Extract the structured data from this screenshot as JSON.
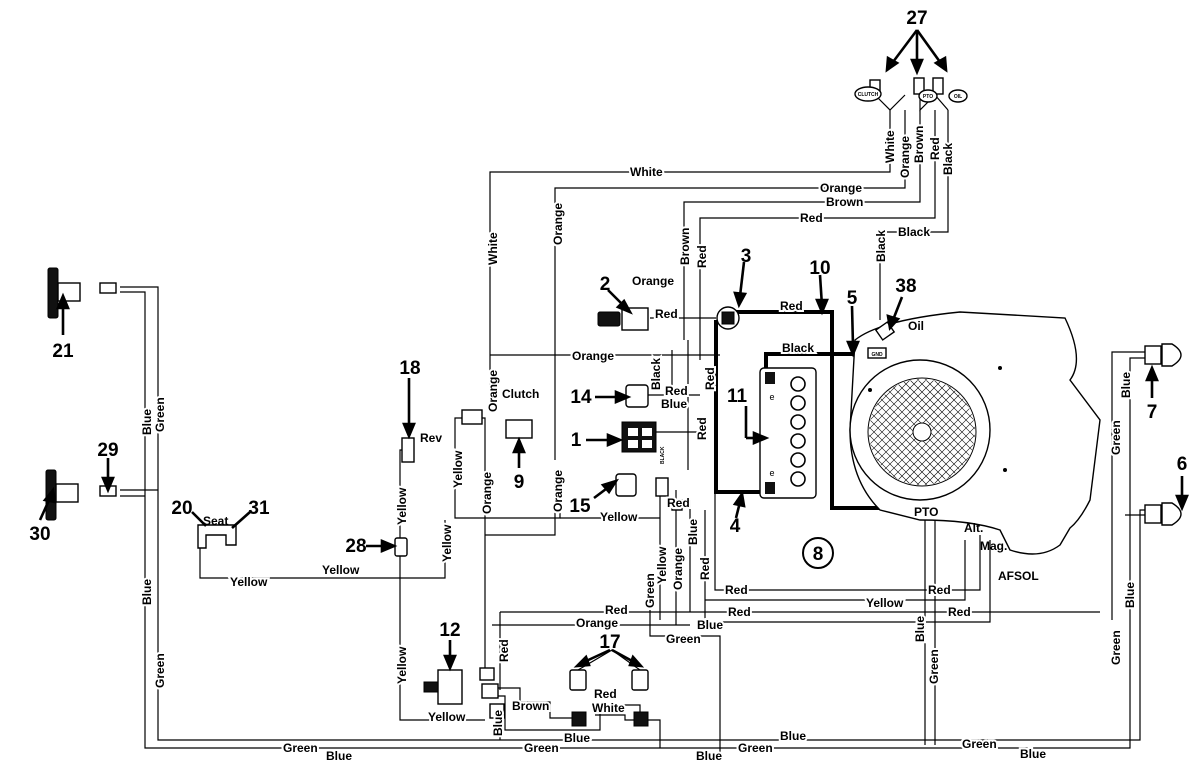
{
  "callouts": {
    "c1": "1",
    "c2": "2",
    "c3": "3",
    "c4": "4",
    "c5": "5",
    "c6": "6",
    "c7": "7",
    "c8": "8",
    "c9": "9",
    "c10": "10",
    "c11": "11",
    "c12": "12",
    "c14": "14",
    "c15": "15",
    "c17": "17",
    "c18": "18",
    "c20": "20",
    "c21": "21",
    "c27": "27",
    "c28": "28",
    "c29": "29",
    "c30": "30",
    "c31": "31",
    "c38": "38"
  },
  "component_labels": {
    "clutch": "Clutch",
    "rev": "Rev",
    "seat": "Seat",
    "oil": "Oil",
    "pto": "PTO",
    "alt": "Alt.",
    "mag": "Mag.",
    "afsol": "AFSOL",
    "orange_top": "Orange"
  },
  "switch_labels": {
    "clutch": "CLUTCH",
    "pto": "PTO",
    "oil": "OIL",
    "gnd": "GND",
    "black": "BLACK"
  },
  "wire_labels": {
    "white_top": "White",
    "orange_top": "Orange",
    "brown_top": "Brown",
    "red_top": "Red",
    "black_top": "Black",
    "white_sw": "White",
    "orange_sw": "Orange",
    "brown_sw": "Brown",
    "red_sw": "Red",
    "black_sw": "Black",
    "white_v": "White",
    "orange_v": "Orange",
    "brown_v": "Brown",
    "red_v": "Red",
    "black_v38": "Black",
    "red_2": "Red",
    "red_10": "Red",
    "black_5": "Black",
    "orange_mid": "Orange",
    "black_14": "Black",
    "red_14": "Red",
    "blue_14": "Blue",
    "red_v2": "Red",
    "red_v3": "Red",
    "orange_clutch": "Orange",
    "orange_v3": "Orange",
    "orange_v4": "Orange",
    "yellow_rev": "Yellow",
    "yellow_clutch": "Yellow",
    "yellow_15": "Yellow",
    "red_15": "Red",
    "yellow_v2": "Yellow",
    "yellow_seat": "Yellow",
    "yellow_seat2": "Yellow",
    "yellow_v3": "Yellow",
    "yellow_12": "Yellow",
    "blue_left": "Blue",
    "green_left": "Green",
    "blue_left2": "Blue",
    "green_left2": "Green",
    "green_m1": "Green",
    "blue_m1": "Blue",
    "red_m1": "Red",
    "red_m2": "Red",
    "yellow_m": "Yellow",
    "red_m3": "Red",
    "red_m4": "Red",
    "red_12a": "Red",
    "orange_12": "Orange",
    "green_12": "Green",
    "blue_12": "Blue",
    "green_v2": "Green",
    "orange_v5": "Orange",
    "blue_v5": "Blue",
    "yellow_v5": "Yellow",
    "red_17": "Red",
    "brown_17": "Brown",
    "white_17": "White",
    "blue_17a": "Blue",
    "green_17": "Green",
    "blue_17b": "Blue",
    "blue_r1": "Blue",
    "green_r1": "Green",
    "green_bot": "Green",
    "blue_bot": "Blue",
    "green_bot2": "Green",
    "blue_bot2": "Blue",
    "blue_bot3": "Blue",
    "green_bot3": "Green",
    "blue_bot4": "Blue",
    "green_right": "Green",
    "blue_right": "Blue",
    "blue_7": "Blue",
    "green_6": "Green",
    "blue_6": "Blue",
    "blue_v7": "Blue",
    "green_v7": "Green",
    "red_v8": "Red",
    "red_v9": "Red",
    "red_v10": "Red",
    "blue_v11": "Blue"
  }
}
